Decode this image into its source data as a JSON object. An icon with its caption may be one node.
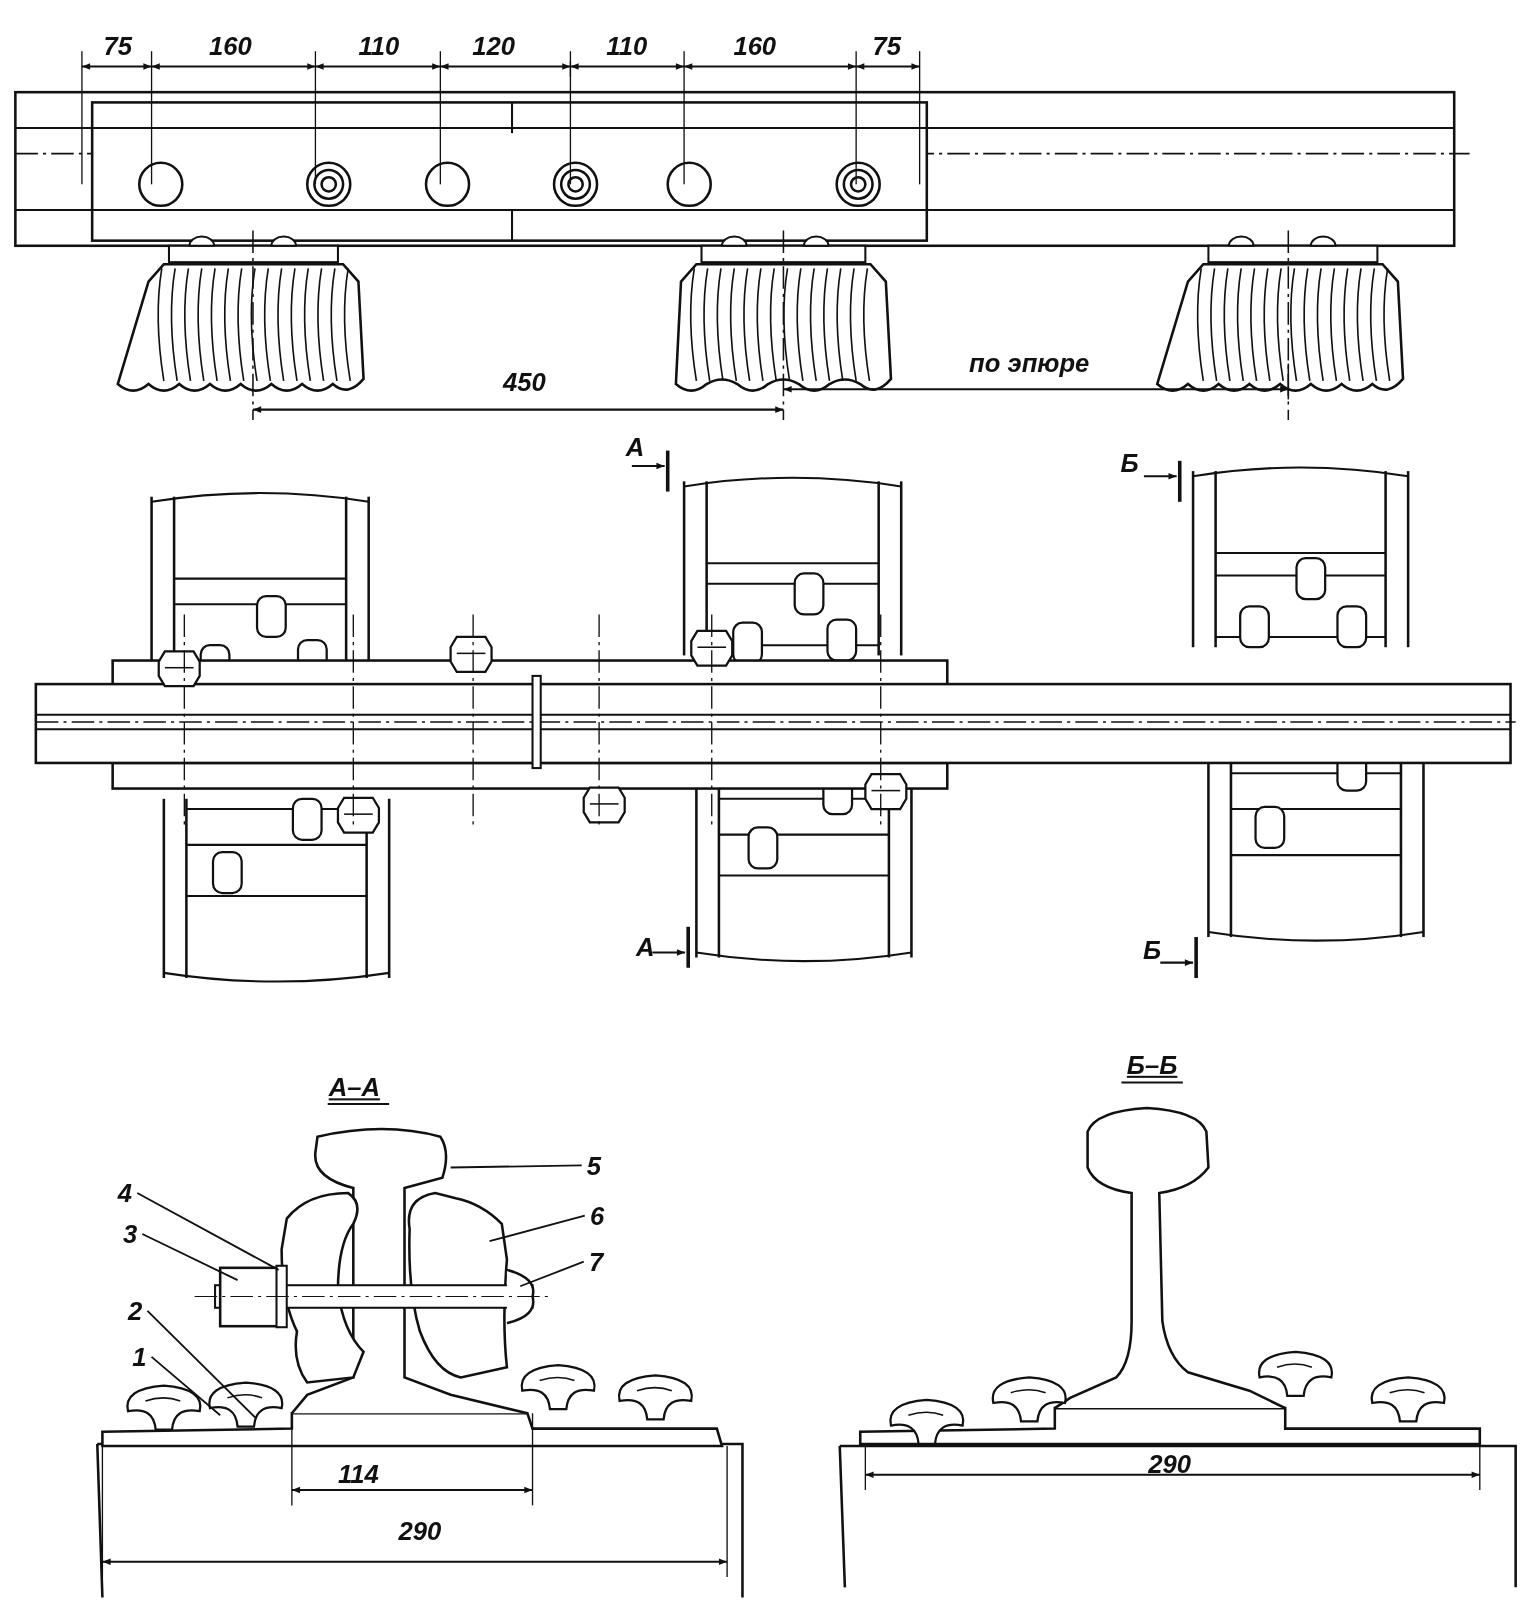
{
  "diagram": {
    "nodes": [
      {
        "text": [
          "4"
        ]
      },
      {
        "text": [
          "3"
        ]
      },
      {
        "text": [
          "2"
        ]
      },
      {
        "text": [
          "1"
        ]
      },
      {
        "text": [
          "5"
        ]
      },
      {
        "text": [
          "6"
        ]
      },
      {
        "text": [
          "7"
        ]
      }
    ],
    "edges": [
      {
        "from": 0,
        "to": null,
        "arrow": "none"
      },
      {
        "from": 1,
        "to": null,
        "arrow": "none"
      },
      {
        "from": 2,
        "to": null,
        "arrow": "none"
      },
      {
        "from": 3,
        "to": null,
        "arrow": "none"
      },
      {
        "from": 4,
        "to": null,
        "arrow": "none"
      },
      {
        "from": 5,
        "to": null,
        "arrow": "none"
      },
      {
        "from": 6,
        "to": null,
        "arrow": "none"
      }
    ],
    "labels": [
      "75",
      "160",
      "110",
      "120",
      "110",
      "160",
      "75",
      "450",
      "по эпюре",
      "А",
      "Б",
      "А",
      "Б",
      "А–А",
      "Б–Б",
      "114",
      "290",
      "290"
    ]
  }
}
